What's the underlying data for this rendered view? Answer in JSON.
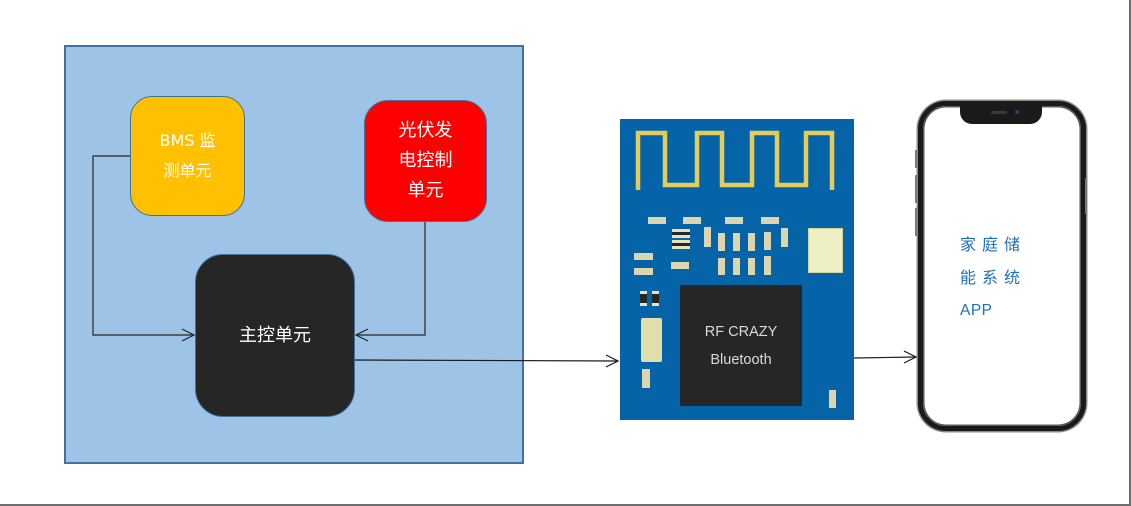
{
  "diagram": {
    "system_panel": {
      "label": ""
    },
    "units": {
      "bms": {
        "lines": [
          "BMS 监",
          "测单元"
        ],
        "color": "#ffc000"
      },
      "pv": {
        "lines": [
          "光伏发",
          "电控制",
          "单元"
        ],
        "color": "#ff0000"
      },
      "mcu": {
        "lines": [
          "主控单元"
        ],
        "color": "#262626"
      }
    },
    "bluetooth_module": {
      "chip_lines": [
        "RF CRAZY",
        "Bluetooth"
      ],
      "board_color": "#0563a8",
      "antenna_color": "#e3cc5a"
    },
    "phone": {
      "app_lines": [
        "家庭储",
        "能系统",
        "APP"
      ],
      "text_color": "#1f6fb5"
    },
    "connections": [
      {
        "from": "bms",
        "to": "mcu",
        "type": "arrow"
      },
      {
        "from": "pv",
        "to": "mcu",
        "type": "arrow"
      },
      {
        "from": "mcu",
        "to": "bluetooth_module",
        "type": "arrow"
      },
      {
        "from": "bluetooth_module",
        "to": "phone",
        "type": "arrow"
      }
    ]
  }
}
